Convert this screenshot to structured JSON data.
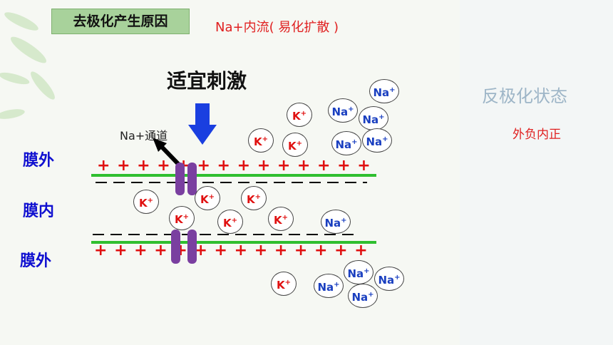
{
  "title": "去极化产生原因",
  "na_flow": "Na+内流( 易化扩散 )",
  "stimulus": "适宜刺激",
  "channel_label": "Na+通道",
  "repolarization": "反极化状态",
  "polarity": "外负内正",
  "labels": {
    "outside_top": "膜外",
    "inside": "膜内",
    "outside_bottom": "膜外"
  },
  "plus_signs": "+ + + + + + + + + + + + + +",
  "ions": {
    "k": "K",
    "na": "Na",
    "charge": "+"
  },
  "colors": {
    "membrane": "#2fbf2f",
    "channel": "#7a3fa0",
    "arrow": "#1a3fe0",
    "positive": "#e01010",
    "label": "#1010d0"
  }
}
